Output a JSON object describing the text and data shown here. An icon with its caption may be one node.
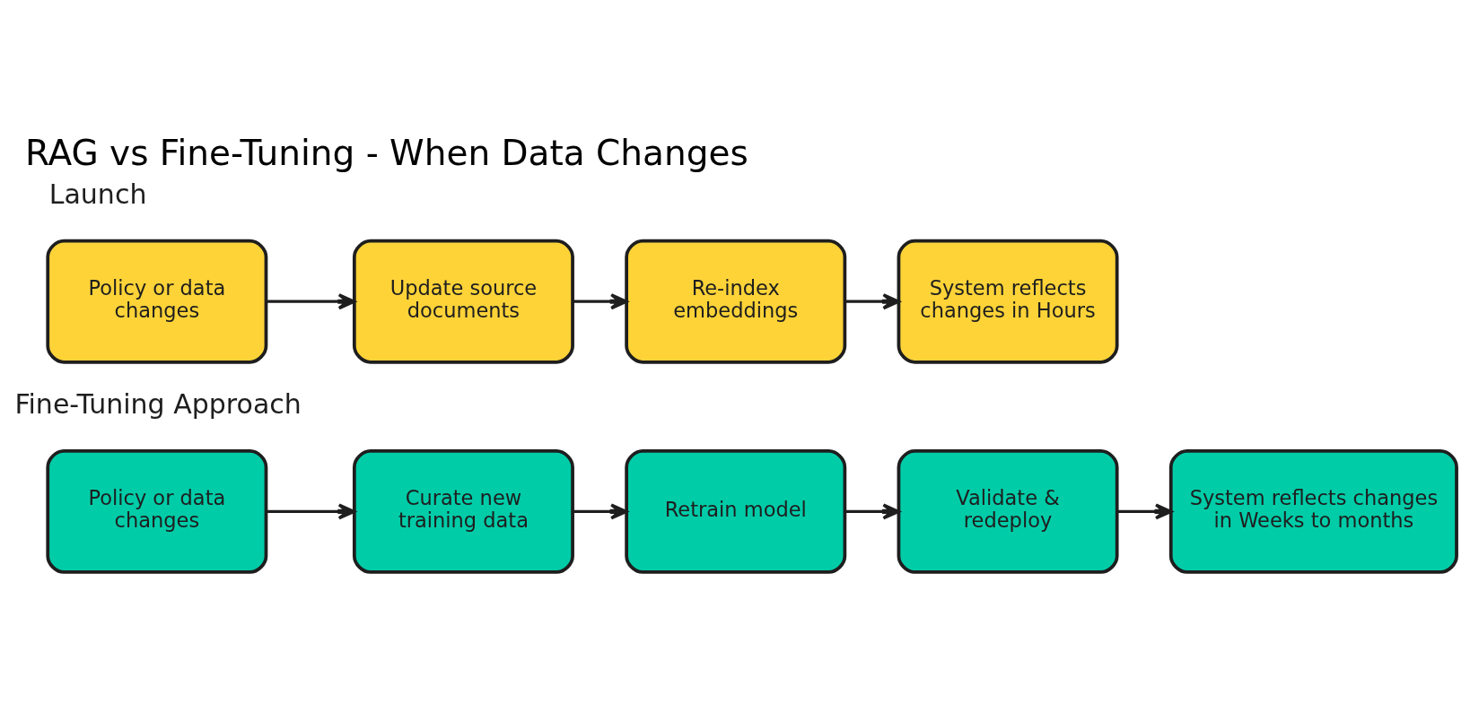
{
  "diagram": {
    "title": "RAG vs Fine-Tuning - When Data Changes",
    "nodes": [
      {
        "text": [
          "Policy or data changes"
        ]
      },
      {
        "text": [
          "Update source documents"
        ]
      },
      {
        "text": [
          "Re-index embeddings"
        ]
      },
      {
        "text": [
          "System reflects changes in Hours"
        ]
      },
      {
        "text": [
          "Policy or data changes"
        ]
      },
      {
        "text": [
          "Curate new training data"
        ]
      },
      {
        "text": [
          "Retrain model"
        ]
      },
      {
        "text": [
          "Validate & redeploy"
        ]
      },
      {
        "text": [
          "System reflects changes in Weeks to months"
        ]
      }
    ],
    "edges": [
      {
        "from": 0,
        "to": 1,
        "arrow": "to"
      },
      {
        "from": 1,
        "to": 2,
        "arrow": "to"
      },
      {
        "from": 2,
        "to": 3,
        "arrow": "to"
      },
      {
        "from": 4,
        "to": 5,
        "arrow": "to"
      },
      {
        "from": 5,
        "to": 6,
        "arrow": "to"
      },
      {
        "from": 6,
        "to": 7,
        "arrow": "to"
      },
      {
        "from": 7,
        "to": 8,
        "arrow": "to"
      }
    ],
    "labels": [
      "Launch",
      "Fine-Tuning Approach"
    ]
  }
}
